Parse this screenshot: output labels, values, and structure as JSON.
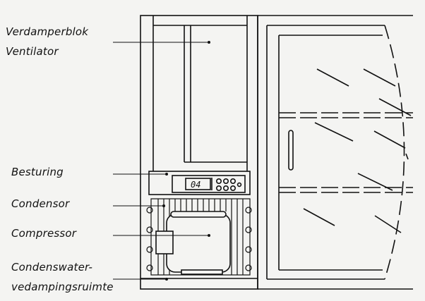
{
  "labels": {
    "evaporator_block": "Verdamperblok",
    "fan": "Ventilator",
    "controls": "Besturing",
    "condenser": "Condensor",
    "compressor": "Compressor",
    "condensate_line1": "Condenswater-",
    "condensate_line2": "vedampingsruimte"
  },
  "display": {
    "readout": "04"
  },
  "colors": {
    "line": "#111111",
    "paper": "#f4f4f2"
  }
}
